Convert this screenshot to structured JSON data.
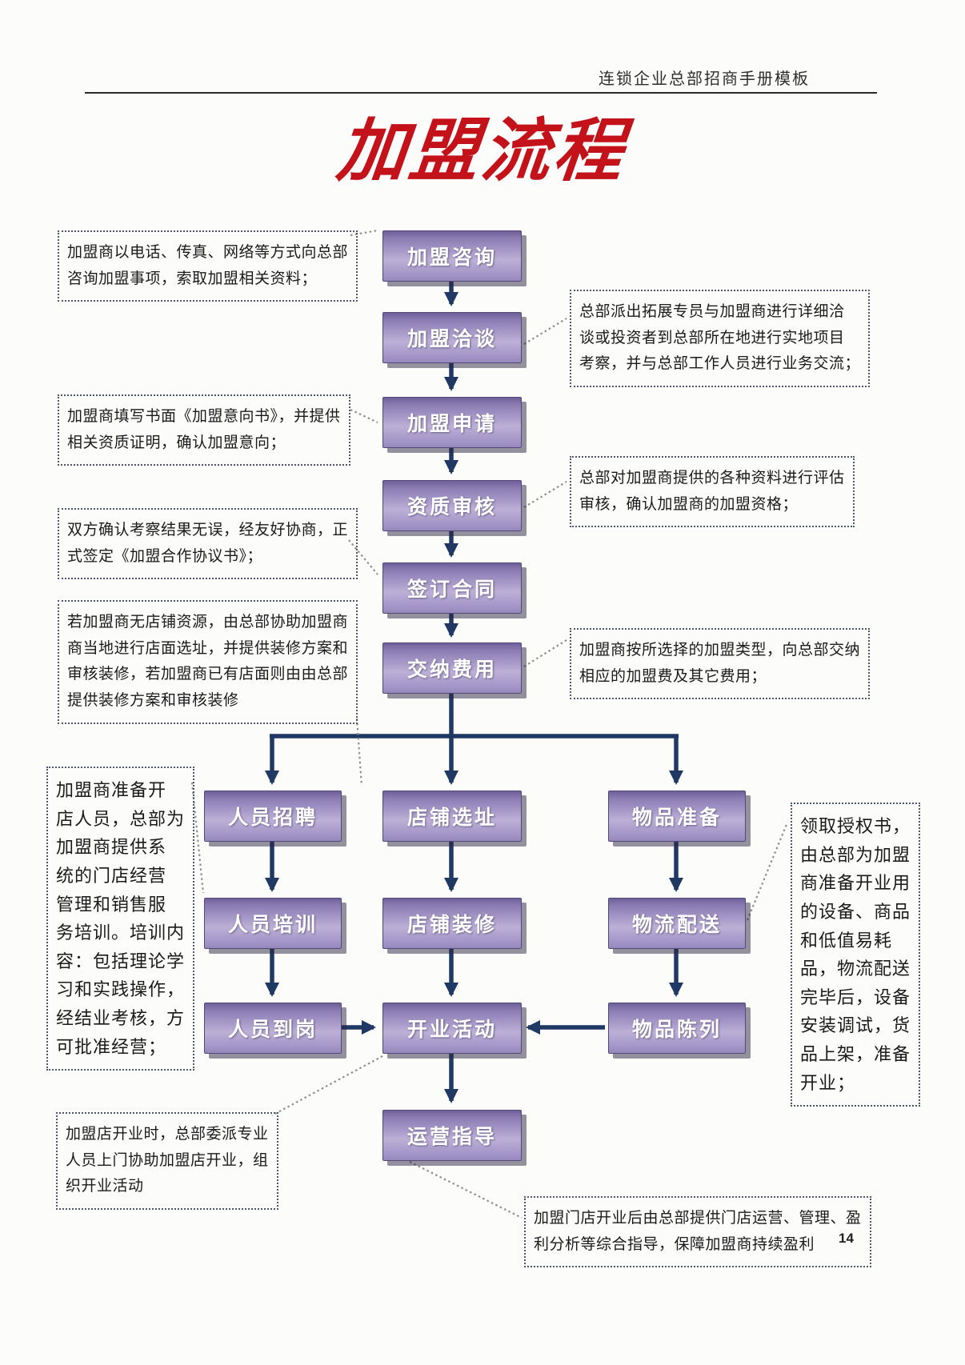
{
  "header": {
    "doc_title": "连锁企业总部招商手册模板"
  },
  "title": "加盟流程",
  "page_number": "14",
  "flow": {
    "main_steps": [
      "加盟咨询",
      "加盟洽谈",
      "加盟申请",
      "资质审核",
      "签订合同",
      "交纳费用"
    ],
    "row1": [
      "人员招聘",
      "店铺选址",
      "物品准备"
    ],
    "row2": [
      "人员培训",
      "店铺装修",
      "物流配送"
    ],
    "row3": [
      "人员到岗",
      "开业活动",
      "物品陈列"
    ],
    "final_step": "运营指导"
  },
  "annotations": {
    "inquiry": "加盟商以电话、传真、网络等方式向总部\n咨询加盟事项，索取加盟相关资料；",
    "negotiation": "总部派出拓展专员与加盟商进行详细洽\n谈或投资者到总部所在地进行实地项目\n考察，并与总部工作人员进行业务交流；",
    "application": "加盟商填写书面《加盟意向书》，并提供\n相关资质证明，确认加盟意向；",
    "review": "总部对加盟商提供的各种资料进行评估\n审核，确认加盟商的加盟资格；",
    "contract": "双方确认考察结果无误，经友好协商，正\n式签定《加盟合作协议书》；",
    "site": "若加盟商无店铺资源，由总部协助加盟商\n商当地进行店面选址，并提供装修方案和\n审核装修，若加盟商已有店面则由由总部\n提供装修方案和审核装修",
    "fees": "加盟商按所选择的加盟类型，向总部交纳\n相应的加盟费及其它费用；",
    "training": "加盟商准备开\n店人员，总部为\n加盟商提供系\n统的门店经营\n管理和销售服\n务培训。培训内\n容：包括理论学\n习和实践操作，\n经结业考核，方\n可批准经营；",
    "logistics": "领取授权书，\n由总部为加盟\n商准备开业用\n的设备、商品\n和低值易耗\n品，物流配送\n完毕后，设备\n安装调试，货\n品上架，准备\n开业；",
    "opening": "加盟店开业时，总部委派专业\n人员上门协助加盟店开业，组\n织开业活动",
    "guidance": "加盟门店开业后由总部提供门店运营、管理、盈\n利分析等综合指导，保障加盟商持续盈利"
  },
  "colors": {
    "box_purple": "#9a8cc0",
    "arrow_navy": "#1f3864",
    "title_red": "#c4121a"
  }
}
